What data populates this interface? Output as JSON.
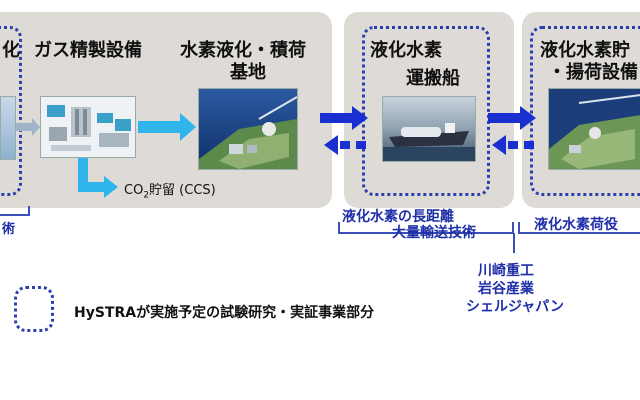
{
  "titles": {
    "left_partial": "化",
    "gas_refining": "ガス精製設備",
    "liquefaction_line1": "水素液化・積荷",
    "liquefaction_line2": "基地",
    "carrier_line1": "液化水素",
    "carrier_line2": "運搬船",
    "storage_line1": "液化水素貯",
    "storage_line2": "・揚荷設備"
  },
  "ccs_label": {
    "co2_prefix": "CO",
    "sub": "2",
    "suffix": "貯留 (CCS)"
  },
  "tech_labels": {
    "left_partial": "術",
    "long_distance_line1": "液化水素の長距離",
    "long_distance_line2": "大量輸送技術",
    "unloading": "液化水素荷役"
  },
  "companies": [
    "川崎重工",
    "岩谷産業",
    "シェルジャパン"
  ],
  "legend": {
    "text": "HySTRAが実施予定の試験研究・実証事業部分"
  },
  "colors": {
    "panel_bg": "#dedad6",
    "dotted_border": "#2a3fb0",
    "arrow_light": "#2fb4ec",
    "arrow_dark": "#1a2fd0",
    "label_blue": "#1f2fa8"
  }
}
